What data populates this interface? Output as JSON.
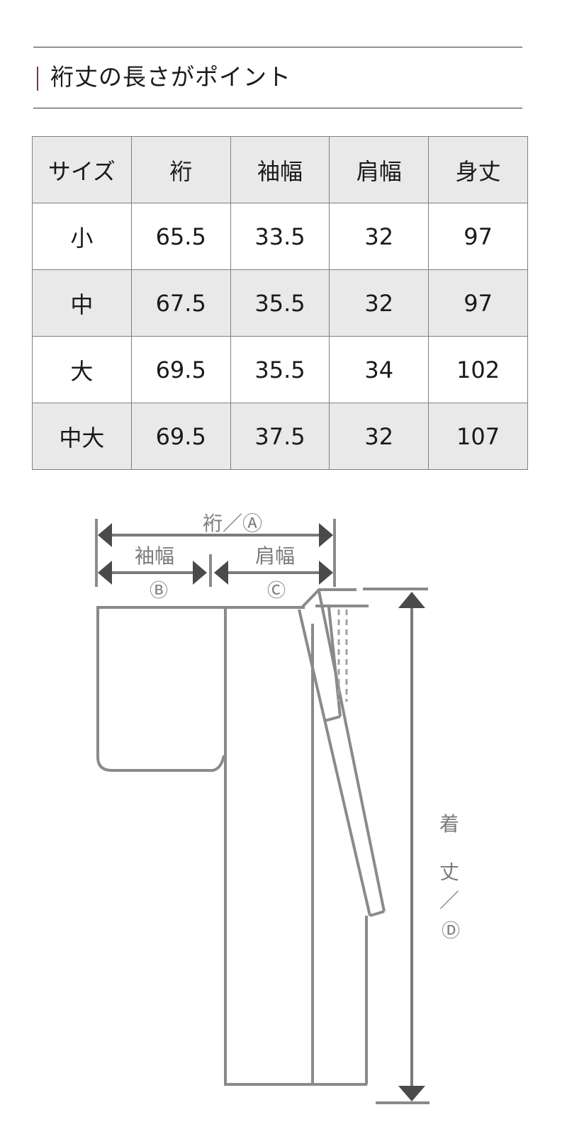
{
  "heading": {
    "title": "裄丈の長さがポイント",
    "accent_color": "#9b2b2b"
  },
  "size_table": {
    "headers": [
      "サイズ",
      "裄",
      "袖幅",
      "肩幅",
      "身丈"
    ],
    "rows": [
      {
        "size": "小",
        "yuki": "65.5",
        "sodehaba": "33.5",
        "katahaba": "32",
        "mitake": "97"
      },
      {
        "size": "中",
        "yuki": "67.5",
        "sodehaba": "35.5",
        "katahaba": "32",
        "mitake": "97"
      },
      {
        "size": "大",
        "yuki": "69.5",
        "sodehaba": "35.5",
        "katahaba": "34",
        "mitake": "102"
      },
      {
        "size": "中大",
        "yuki": "69.5",
        "sodehaba": "37.5",
        "katahaba": "32",
        "mitake": "107"
      }
    ],
    "header_bg": "#e9e9e9",
    "border_color": "#808080"
  },
  "diagram": {
    "label_yuki": "裄／Ⓐ",
    "label_sodehaba": "袖幅",
    "label_sodehaba_marker": "Ⓑ",
    "label_katahaba": "肩幅",
    "label_katahaba_marker": "Ⓒ",
    "label_kitake_1": "着",
    "label_kitake_2": "丈",
    "label_kitake_3": "／",
    "label_kitake_marker": "Ⓓ",
    "line_color": "#8a8a8a",
    "arrow_color": "#4a4a4a"
  }
}
